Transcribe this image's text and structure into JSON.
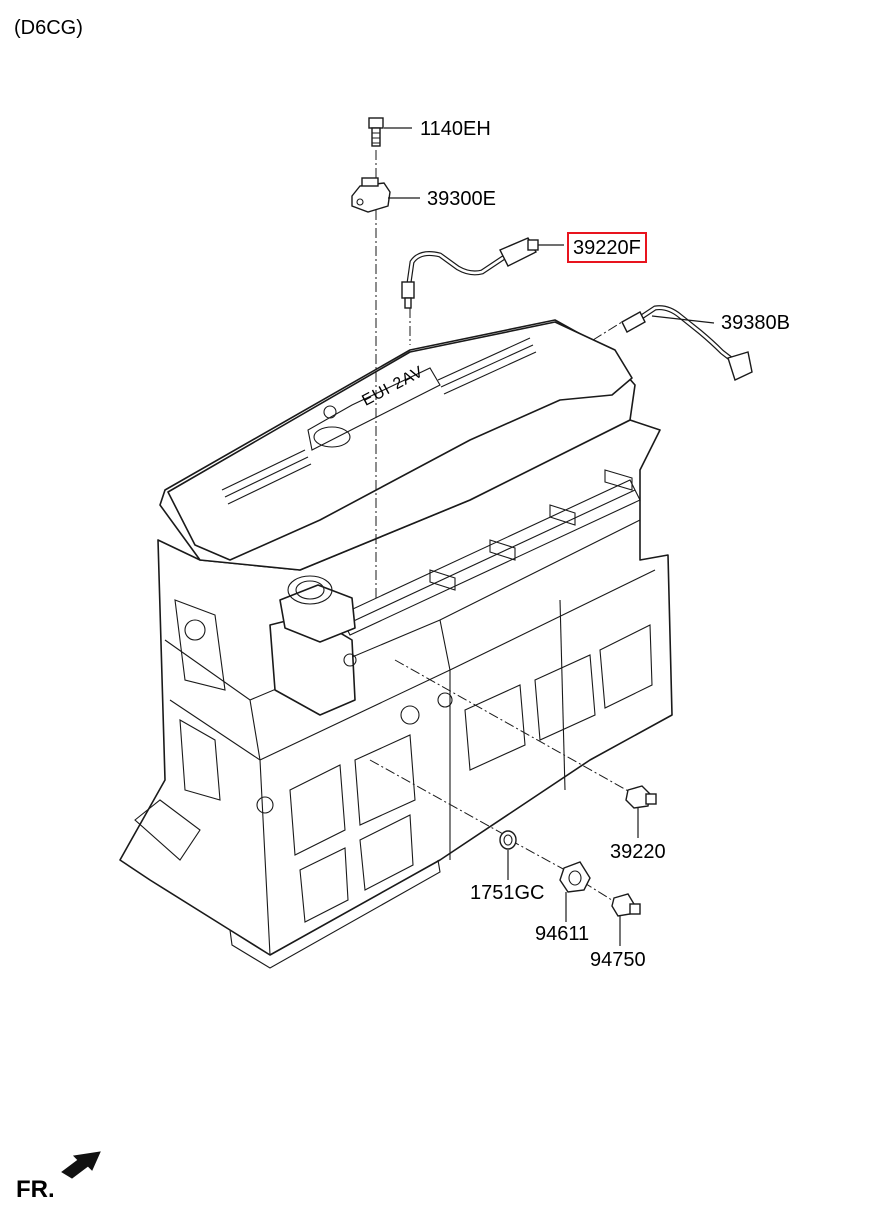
{
  "diagram": {
    "title": "(D6CG)",
    "direction_label": "FR.",
    "highlight_color": "#e8141e",
    "callouts": [
      {
        "id": "c1",
        "label": "1140EH",
        "highlighted": false
      },
      {
        "id": "c2",
        "label": "39300E",
        "highlighted": false
      },
      {
        "id": "c3",
        "label": "39220F",
        "highlighted": true
      },
      {
        "id": "c4",
        "label": "39380B",
        "highlighted": false
      },
      {
        "id": "c5",
        "label": "39220",
        "highlighted": false
      },
      {
        "id": "c6",
        "label": "1751GC",
        "highlighted": false
      },
      {
        "id": "c7",
        "label": "94611",
        "highlighted": false
      },
      {
        "id": "c8",
        "label": "94750",
        "highlighted": false
      }
    ],
    "engine_cover_text": "EUI 2AV"
  }
}
